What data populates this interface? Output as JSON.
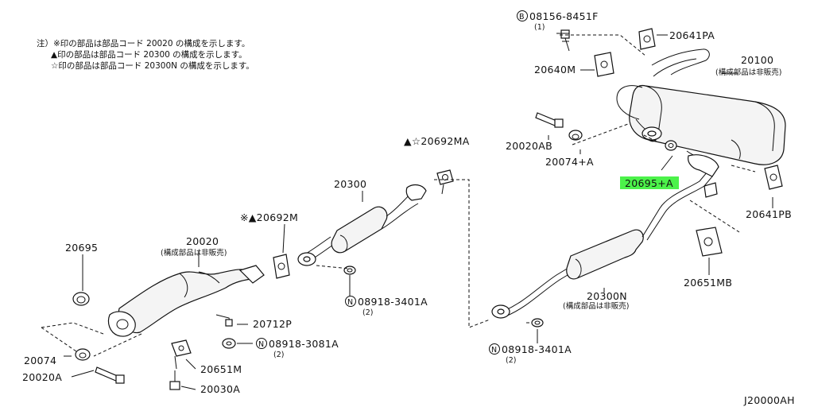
{
  "notes": [
    "注）※印の部品は部品コード 20020 の構成を示します。",
    "▲印の部品は部品コード 20300 の構成を示します。",
    "☆印の部品は部品コード 20300N の構成を示します。"
  ],
  "highlight_color": "#4cf24a",
  "labels": {
    "p08156": "08156-8451F",
    "p08156_qty": "(1)",
    "p08156_prefix": "B",
    "p20641PA": "20641PA",
    "p20100": "20100",
    "p20100_sub": "(構成部品は非販売)",
    "p20640M": "20640M",
    "p20020AB": "20020AB",
    "p20074A": "20074+A",
    "p20695A": "20695+A",
    "p20641PB": "20641PB",
    "p20651MB": "20651MB",
    "p20300N": "20300N",
    "p20300N_sub": "(構成部品は非販売)",
    "p08918_r": "08918-3401A",
    "p08918_r_qty": "(2)",
    "p08918_r_prefix": "N",
    "p20692MA": "▲☆20692MA",
    "p20300": "20300",
    "p20692M": "※▲20692M",
    "p08918_m": "08918-3401A",
    "p08918_m_qty": "(2)",
    "p08918_m_prefix": "N",
    "p20695": "20695",
    "p20020": "20020",
    "p20020_sub": "(構成部品は非販売)",
    "p20712P": "20712P",
    "p08918_l": "08918-3081A",
    "p08918_l_qty": "(2)",
    "p08918_l_prefix": "N",
    "p20074": "20074",
    "p20020A": "20020A",
    "p20651M": "20651M",
    "p20030A": "20030A",
    "figure_id": "J20000AH"
  }
}
